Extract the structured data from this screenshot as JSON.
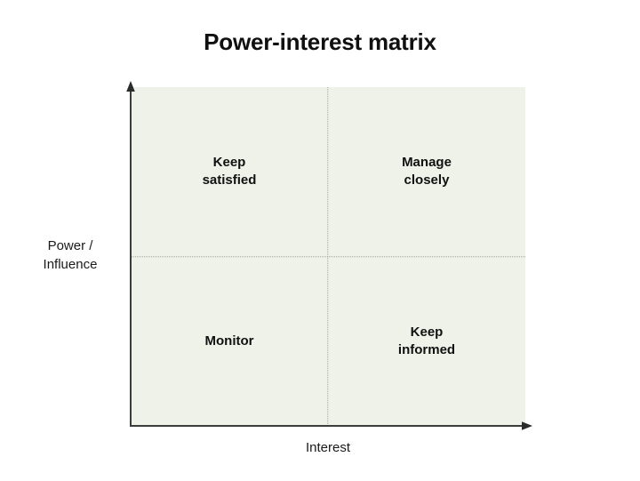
{
  "chart_data": {
    "type": "scatter",
    "title": "Power-interest matrix",
    "xlabel": "Interest",
    "ylabel": "Power /\nInfluence",
    "grid": true,
    "legend": "none",
    "x": [],
    "values": [],
    "quadrants": [
      {
        "id": "top-left",
        "label": "Keep\nsatisfied",
        "x_level": "low",
        "y_level": "high"
      },
      {
        "id": "top-right",
        "label": "Manage\nclosely",
        "x_level": "high",
        "y_level": "high"
      },
      {
        "id": "bottom-left",
        "label": "Monitor",
        "x_level": "low",
        "y_level": "low"
      },
      {
        "id": "bottom-right",
        "label": "Keep\ninformed",
        "x_level": "high",
        "y_level": "low"
      }
    ],
    "colors": {
      "page_background": "#ffffff",
      "plot_fill": "#eef2e9",
      "axis_line": "#3c3c3c",
      "divider_line": "#9aa39a",
      "text": "#111111"
    }
  },
  "figure": {
    "title": "Power-interest matrix",
    "y_axis_label": "Power /\nInfluence",
    "x_axis_label": "Interest",
    "quadrant_labels": {
      "top_left": "Keep\nsatisfied",
      "top_right": "Manage\nclosely",
      "bottom_left": "Monitor",
      "bottom_right": "Keep\ninformed"
    },
    "icons": {
      "y_axis_arrow": "arrow-up-icon",
      "x_axis_arrow": "arrow-right-icon"
    }
  }
}
